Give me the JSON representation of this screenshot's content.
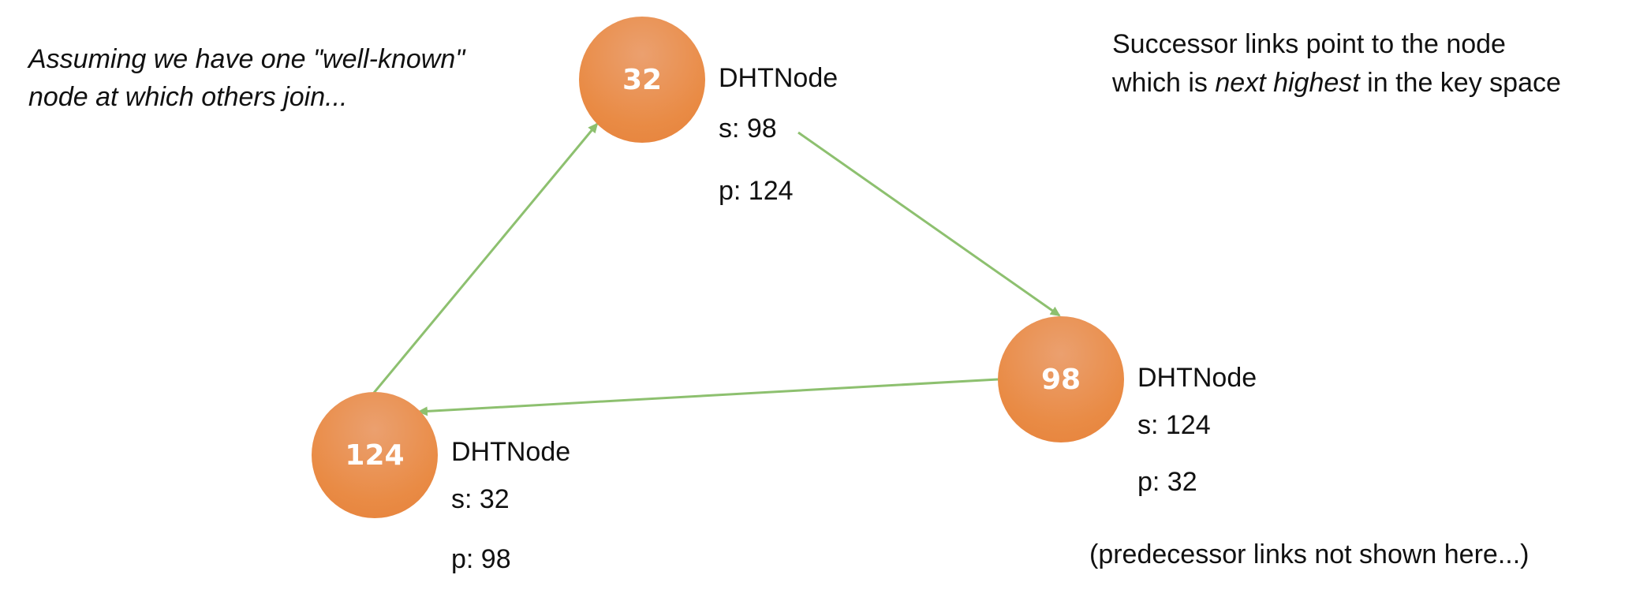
{
  "intro": {
    "line1": "Assuming we have one \"well-known\"",
    "line2": "node at which others join..."
  },
  "explanation": {
    "line1": "Successor links point to the node",
    "line2_prefix": "which is ",
    "line2_emphasis": "next highest",
    "line2_suffix": " in the key space"
  },
  "note": "(predecessor links not shown here...)",
  "colors": {
    "node_fill": "#e98b45",
    "edge": "#8dc06f",
    "node_text": "#ffffff"
  },
  "nodes": [
    {
      "id": "32",
      "type": "DHTNode",
      "successor": "s: 98",
      "predecessor": "p: 124"
    },
    {
      "id": "98",
      "type": "DHTNode",
      "successor": "s: 124",
      "predecessor": "p: 32"
    },
    {
      "id": "124",
      "type": "DHTNode",
      "successor": "s: 32",
      "predecessor": "p: 98"
    }
  ]
}
